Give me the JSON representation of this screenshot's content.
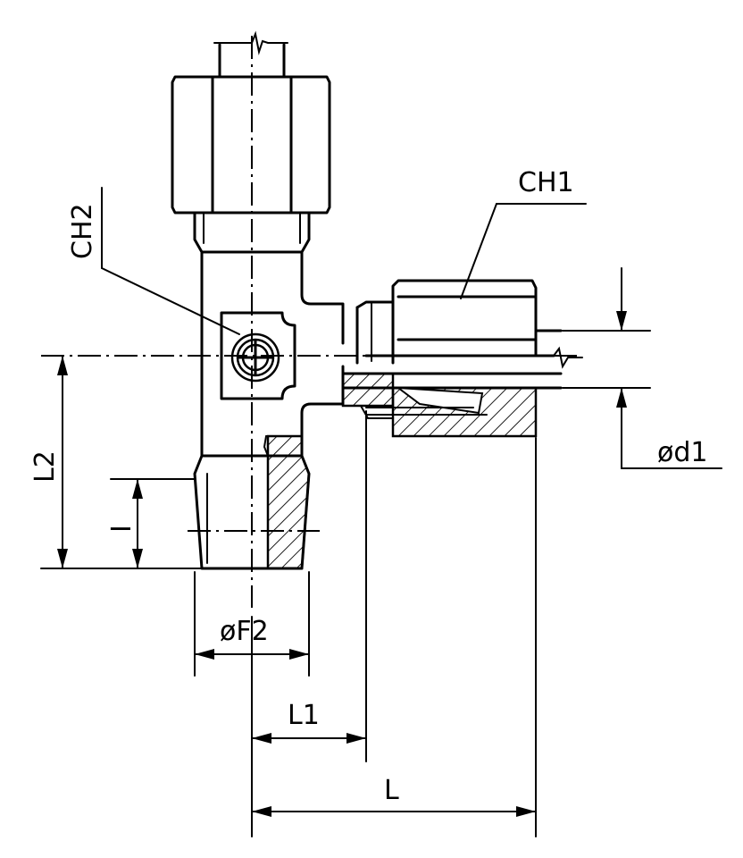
{
  "labels": {
    "ch1": "CH1",
    "ch2": "CH2",
    "d1": "ød1",
    "l2": "L2",
    "i": "I",
    "f2": "øF2",
    "l1": "L1",
    "l": "L"
  }
}
